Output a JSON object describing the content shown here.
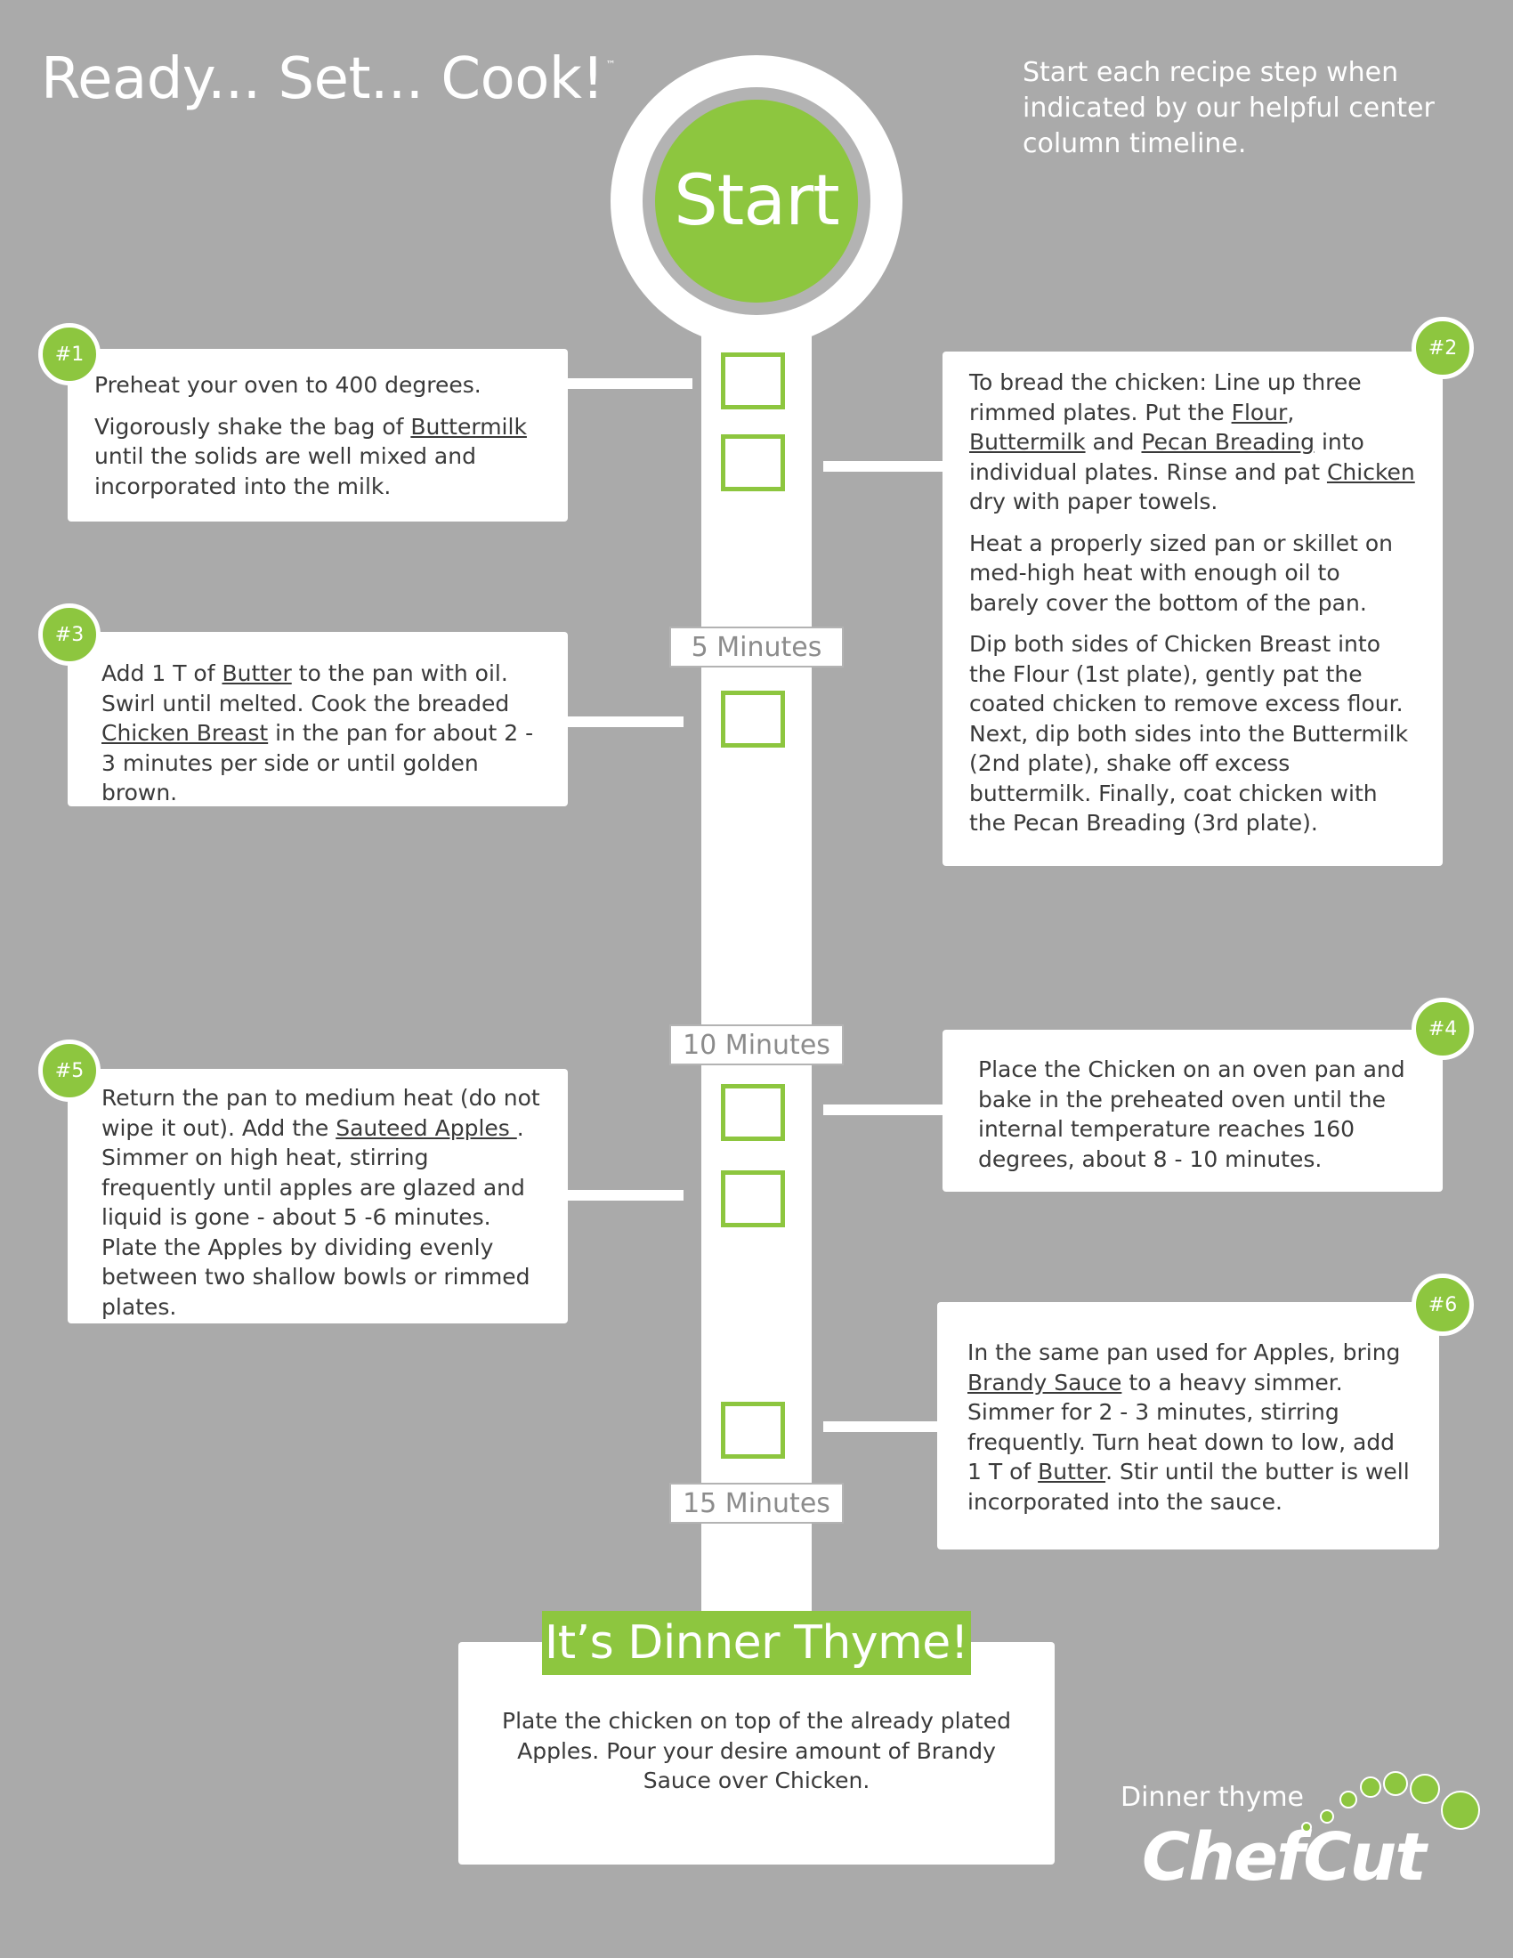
{
  "header": {
    "title": "Ready... Set... Cook!",
    "trademark": "™",
    "intro": "Start each recipe step when indicated by our helpful center column timeline."
  },
  "timeline": {
    "start_label": "Start",
    "markers": [
      "5 Minutes",
      "10 Minutes",
      "15 Minutes"
    ]
  },
  "steps": [
    {
      "badge": "#1",
      "paragraphs": [
        [
          {
            "t": "Preheat your oven to 400 degrees."
          }
        ],
        [
          {
            "t": "Vigorously shake the bag of "
          },
          {
            "t": "Buttermilk",
            "u": true
          },
          {
            "t": " until the solids are well mixed and incorporated into the milk."
          }
        ]
      ]
    },
    {
      "badge": "#2",
      "paragraphs": [
        [
          {
            "t": "To bread the chicken:  Line up three rimmed plates.  Put the "
          },
          {
            "t": "Flour",
            "u": true
          },
          {
            "t": ", "
          },
          {
            "t": "Buttermilk",
            "u": true
          },
          {
            "t": " and "
          },
          {
            "t": "Pecan Breading",
            "u": true
          },
          {
            "t": " into individual plates.  Rinse and pat "
          },
          {
            "t": "Chicken",
            "u": true
          },
          {
            "t": " dry with paper towels."
          }
        ],
        [
          {
            "t": "Heat a properly sized pan or skillet on med-high heat with enough oil to barely cover the bottom of the pan."
          }
        ],
        [
          {
            "t": "Dip both sides of Chicken Breast  into the Flour (1st plate), gently pat the coated chicken to remove excess flour. Next, dip both sides into the Buttermilk (2nd plate), shake off excess buttermilk. Finally, coat chicken with the Pecan Breading (3rd plate)."
          }
        ]
      ]
    },
    {
      "badge": "#3",
      "paragraphs": [
        [
          {
            "t": "Add 1 T of "
          },
          {
            "t": "Butter",
            "u": true
          },
          {
            "t": " to the pan with oil. Swirl until melted.  Cook the breaded "
          },
          {
            "t": "Chicken Breast",
            "u": true
          },
          {
            "t": " in the pan for about 2 - 3 minutes per side or until golden brown."
          }
        ]
      ]
    },
    {
      "badge": "#4",
      "paragraphs": [
        [
          {
            "t": "Place the Chicken on an oven pan and bake in the preheated oven until the internal temperature reaches 160 degrees, about 8 - 10 minutes."
          }
        ]
      ]
    },
    {
      "badge": "#5",
      "paragraphs": [
        [
          {
            "t": "Return the pan to medium heat (do not wipe it out).  Add the "
          },
          {
            "t": "Sauteed Apples ",
            "u": true
          },
          {
            "t": ". Simmer on high heat, stirring frequently until apples are glazed and liquid is gone - about 5 -6 minutes.  Plate the Apples by dividing evenly between two shallow bowls or rimmed plates."
          }
        ]
      ]
    },
    {
      "badge": "#6",
      "paragraphs": [
        [
          {
            "t": "In the same pan used for Apples, bring "
          },
          {
            "t": "Brandy Sauce",
            "u": true
          },
          {
            "t": " to a heavy simmer. Simmer for 2 - 3 minutes, stirring frequently.  Turn heat down to low, add 1 T of "
          },
          {
            "t": "Butter",
            "u": true
          },
          {
            "t": ".  Stir until the butter is well incorporated into the sauce."
          }
        ]
      ]
    }
  ],
  "dinner": {
    "title": "It’s Dinner Thyme!",
    "text": "Plate the chicken on top of the already plated Apples.  Pour your desire amount of Brandy Sauce over Chicken."
  },
  "brand": {
    "tagline": "Dinner thyme",
    "name": "ChefCut"
  },
  "colors": {
    "background": "#aaaaaa",
    "accent_green": "#8dc63f",
    "card": "#ffffff",
    "text": "#3a3a3a"
  }
}
